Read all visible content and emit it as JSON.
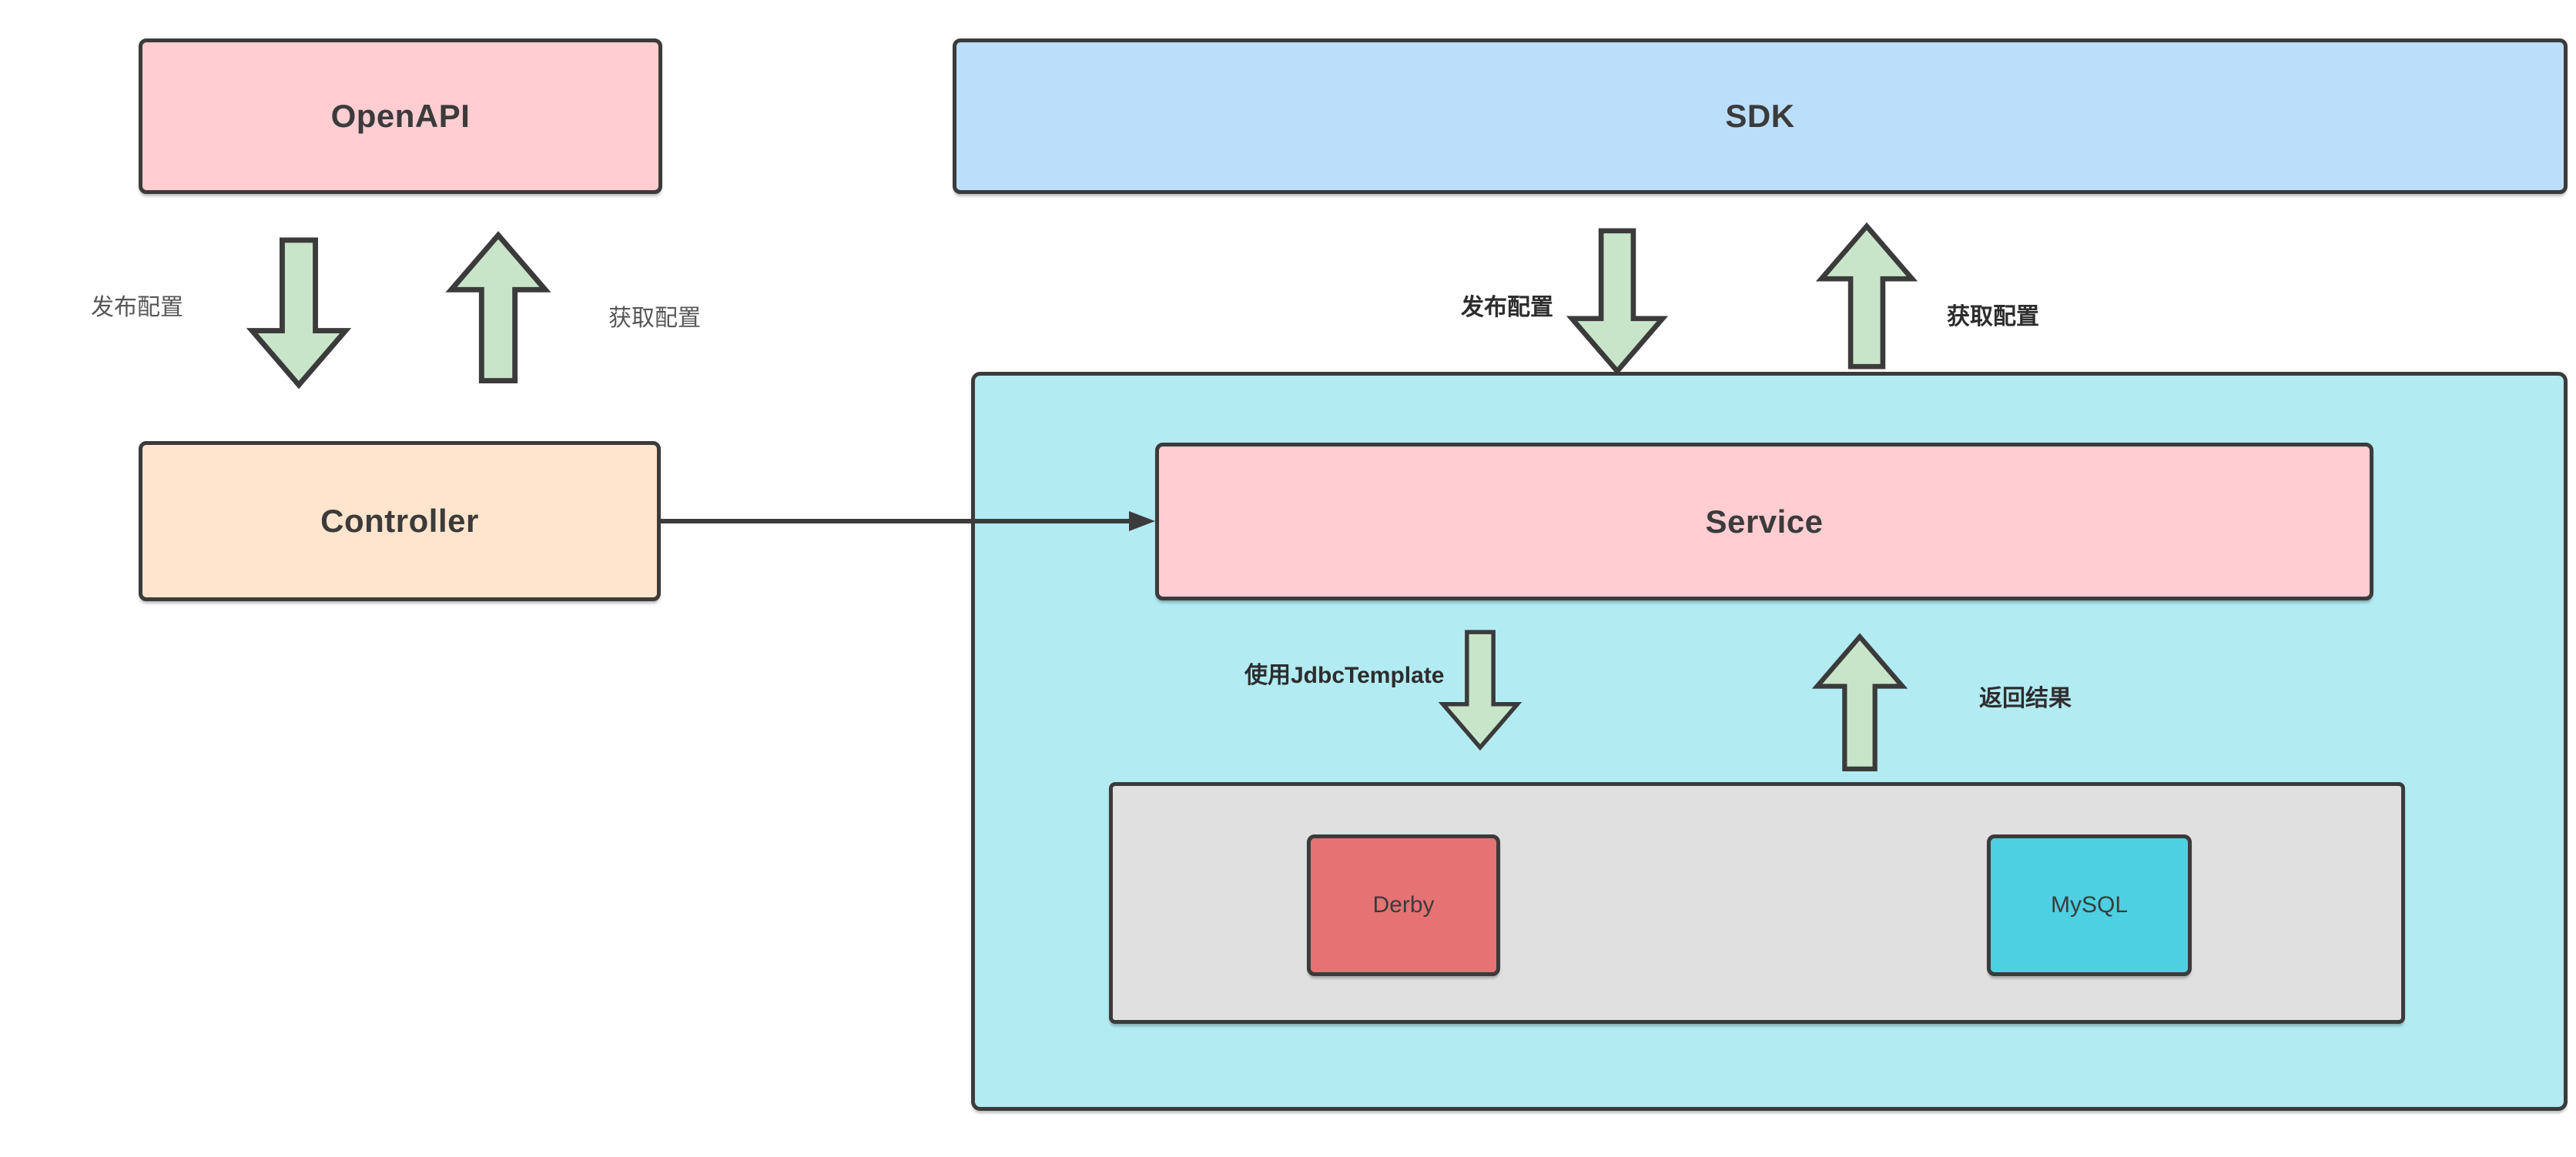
{
  "nodes": {
    "openapi": {
      "label": "OpenAPI"
    },
    "sdk": {
      "label": "SDK"
    },
    "controller": {
      "label": "Controller"
    },
    "service": {
      "label": "Service"
    },
    "derby": {
      "label": "Derby"
    },
    "mysql": {
      "label": "MySQL"
    }
  },
  "edges": {
    "openapi_publish": {
      "label": "发布配置",
      "direction": "down",
      "from": "OpenAPI",
      "to": "Controller"
    },
    "openapi_fetch": {
      "label": "获取配置",
      "direction": "up",
      "from": "Controller",
      "to": "OpenAPI"
    },
    "sdk_publish": {
      "label": "发布配置",
      "direction": "down",
      "from": "SDK",
      "to": "Service"
    },
    "sdk_fetch": {
      "label": "获取配置",
      "direction": "up",
      "from": "Service",
      "to": "SDK"
    },
    "service_jdbc": {
      "label": "使用JdbcTemplate",
      "direction": "down",
      "from": "Service",
      "to": "Database"
    },
    "service_return": {
      "label": "返回结果",
      "direction": "up",
      "from": "Database",
      "to": "Service"
    },
    "controller_to_service": {
      "label": "",
      "direction": "right",
      "from": "Controller",
      "to": "Service"
    }
  },
  "colors": {
    "pink": "#FFCDD2",
    "blue": "#BBDEFB",
    "orange": "#FFE5CD",
    "cyan-container": "#B2EBF2",
    "gray-panel": "#E0E0E0",
    "derby-red": "#E57373",
    "mysql-cyan": "#4DD0E1",
    "arrow-green": "#C9E5C9",
    "border-dark": "#3B3B3B",
    "title-dark": "#3B3B3B",
    "label-gray": "#575757",
    "label-dark": "#2D2D2D"
  }
}
